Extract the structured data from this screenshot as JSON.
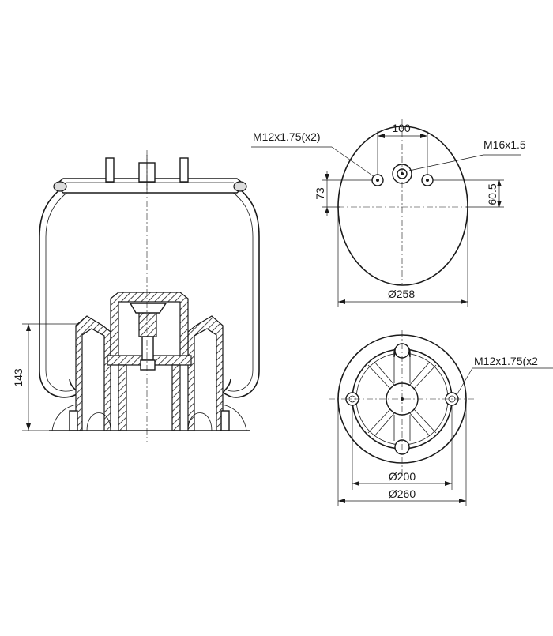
{
  "labels": {
    "height_143": "143",
    "width_100": "100",
    "thread_m12_top": "M12x1.75(x2)",
    "thread_m16": "M16x1.5",
    "offset_73": "73",
    "offset_60_5": "60.5",
    "dia_258": "Ø258",
    "thread_m12_bottom": "M12x1.75(x2",
    "dia_200": "Ø200",
    "dia_260": "Ø260"
  }
}
